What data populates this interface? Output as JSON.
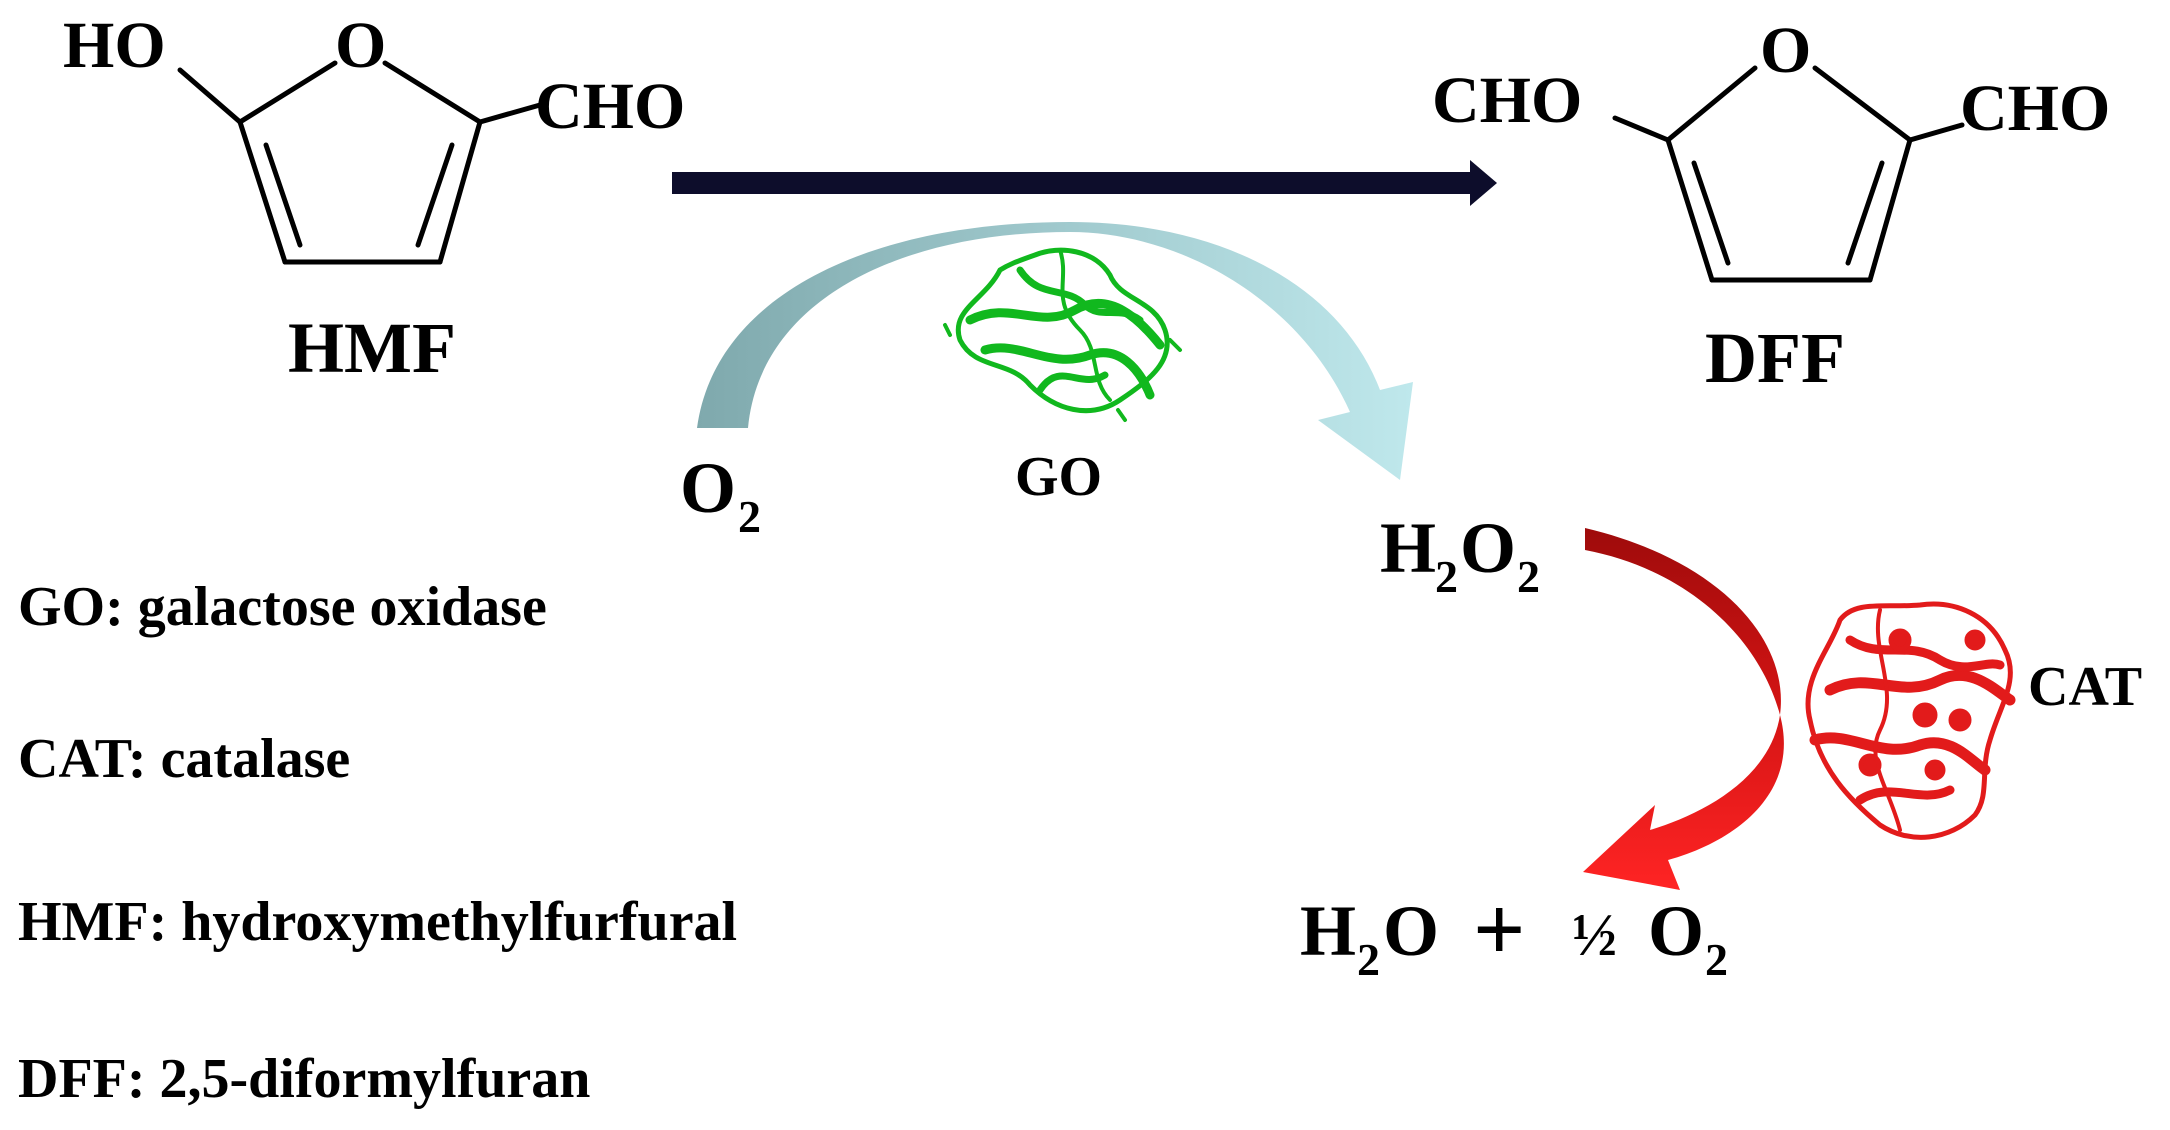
{
  "hmf": {
    "name": "HMF",
    "ring_o": "O",
    "ho": "HO",
    "cho": "CHO"
  },
  "dff": {
    "name": "DFF",
    "ring_o": "O",
    "cho_left": "CHO",
    "cho_right": "CHO"
  },
  "o2": {
    "main": "O",
    "sub": "2"
  },
  "go_label": "GO",
  "h2o2": {
    "h": "H",
    "sub1": "2",
    "o": "O",
    "sub2": "2"
  },
  "cat_label": "CAT",
  "products": {
    "h": "H",
    "sub1": "2",
    "o": "O",
    "plus": "+",
    "half": "½",
    "o2": "O",
    "sub2": "2"
  },
  "legend": [
    "GO: galactose oxidase",
    "CAT: catalase",
    "HMF: hydroxymethylfurfural",
    "DFF:  2,5-diformylfuran"
  ],
  "colors": {
    "main_arrow": "#0d0d2b",
    "go_arrow_start": "#7fa9ad",
    "go_arrow_end": "#b9e4e8",
    "cat_arrow_dark": "#a80d0d",
    "cat_arrow_light": "#ff2a2a",
    "go_protein": "#11b81e",
    "cat_protein": "#e21b1b"
  }
}
